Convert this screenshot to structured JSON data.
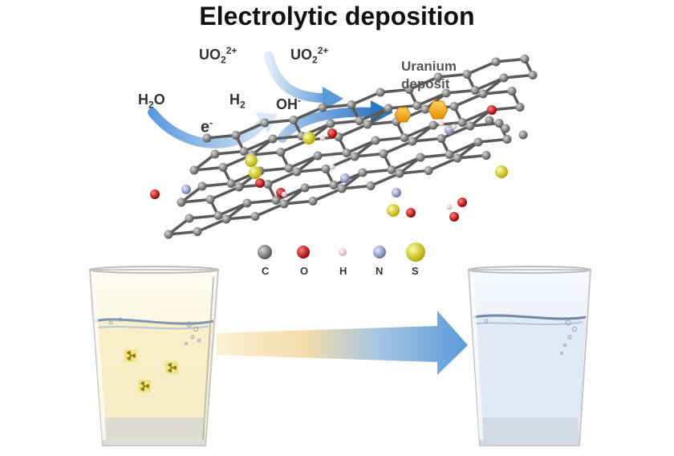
{
  "title": "Electrolytic deposition",
  "species": {
    "uo2_a": {
      "base": "UO",
      "sub": "2",
      "sup": "2+"
    },
    "uo2_b": {
      "base": "UO",
      "sub": "2",
      "sup": "2+"
    },
    "h2o": {
      "base": "H",
      "sub": "2",
      "tail": "O"
    },
    "h2": {
      "base": "H",
      "sub": "2"
    },
    "ohm": {
      "base": "OH",
      "sup": "-"
    },
    "em": {
      "base": "e",
      "sup": "-"
    }
  },
  "deposit_label_line1": "Uranium",
  "deposit_label_line2": "deposit",
  "legend": [
    {
      "symbol": "C",
      "color": "#7a7a7a"
    },
    {
      "symbol": "O",
      "color": "#d11a1a"
    },
    {
      "symbol": "H",
      "color": "#f2c8c8"
    },
    {
      "symbol": "N",
      "color": "#9aa6cf"
    },
    {
      "symbol": "S",
      "color": "#e8e21a"
    }
  ],
  "colors": {
    "carbon": "#7a7a7a",
    "oxygen": "#d11a1a",
    "hydrogen": "#f2c8c8",
    "nitrogen": "#9aa6cf",
    "sulfur": "#e8e21a",
    "uranium_deposit": "#f2a81d",
    "arrow_blue": "#4a8fd6",
    "contaminated_water": "#fbf3d4",
    "clean_water": "#e7eef8"
  },
  "icons": {
    "radiation": "radiation-icon",
    "glass": "water-glass-icon"
  }
}
